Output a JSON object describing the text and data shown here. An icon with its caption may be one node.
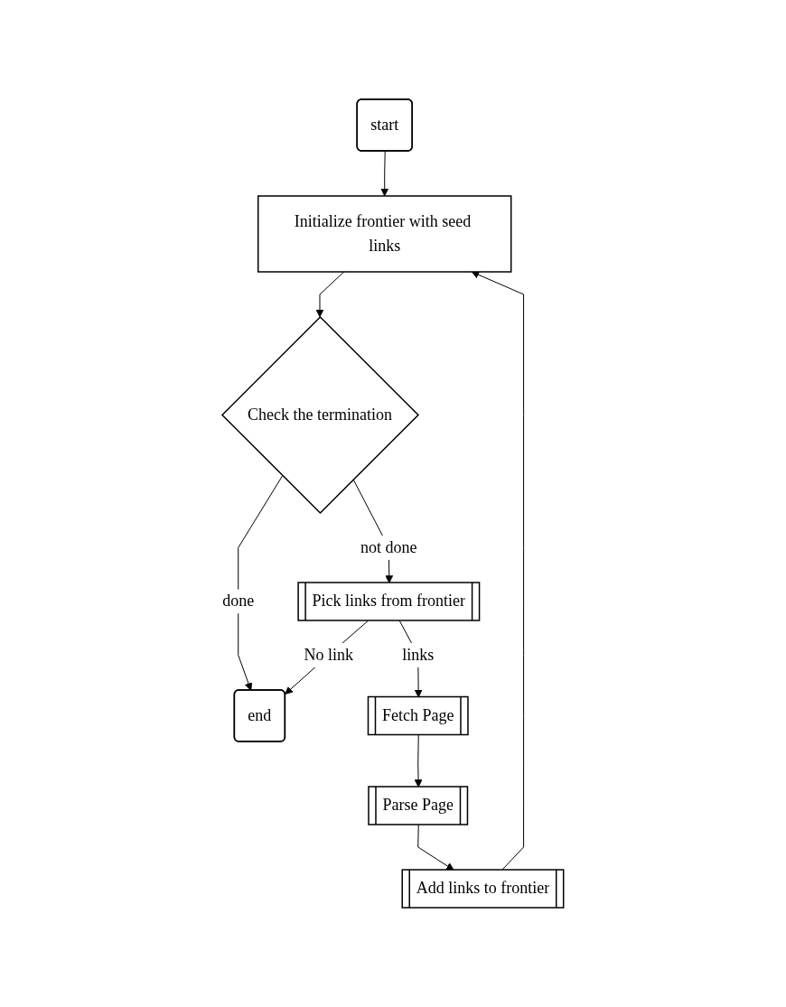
{
  "diagram": {
    "nodes": [
      {
        "text": [
          "start"
        ]
      },
      {
        "text": [
          "Initialize frontier with seed links"
        ]
      },
      {
        "text": [
          "Check the termination"
        ]
      },
      {
        "text": [
          "end"
        ]
      },
      {
        "text": [
          "Pick links from frontier"
        ]
      },
      {
        "text": [
          "Fetch Page"
        ]
      },
      {
        "text": [
          "Parse Page"
        ]
      },
      {
        "text": [
          "Add links to frontier"
        ]
      }
    ],
    "edges": [
      {
        "from": 0,
        "to": 1,
        "arrow": "to"
      },
      {
        "from": 1,
        "to": 2,
        "arrow": "to"
      },
      {
        "from": 2,
        "to": 3,
        "label": "done",
        "arrow": "to"
      },
      {
        "from": 2,
        "to": 4,
        "label": "not done",
        "arrow": "to"
      },
      {
        "from": 4,
        "to": 3,
        "label": "No link",
        "arrow": "to"
      },
      {
        "from": 4,
        "to": 5,
        "label": "links",
        "arrow": "to"
      },
      {
        "from": 5,
        "to": 6,
        "arrow": "to"
      },
      {
        "from": 6,
        "to": 7,
        "arrow": "to"
      },
      {
        "from": 7,
        "to": 1,
        "arrow": "to"
      }
    ]
  }
}
